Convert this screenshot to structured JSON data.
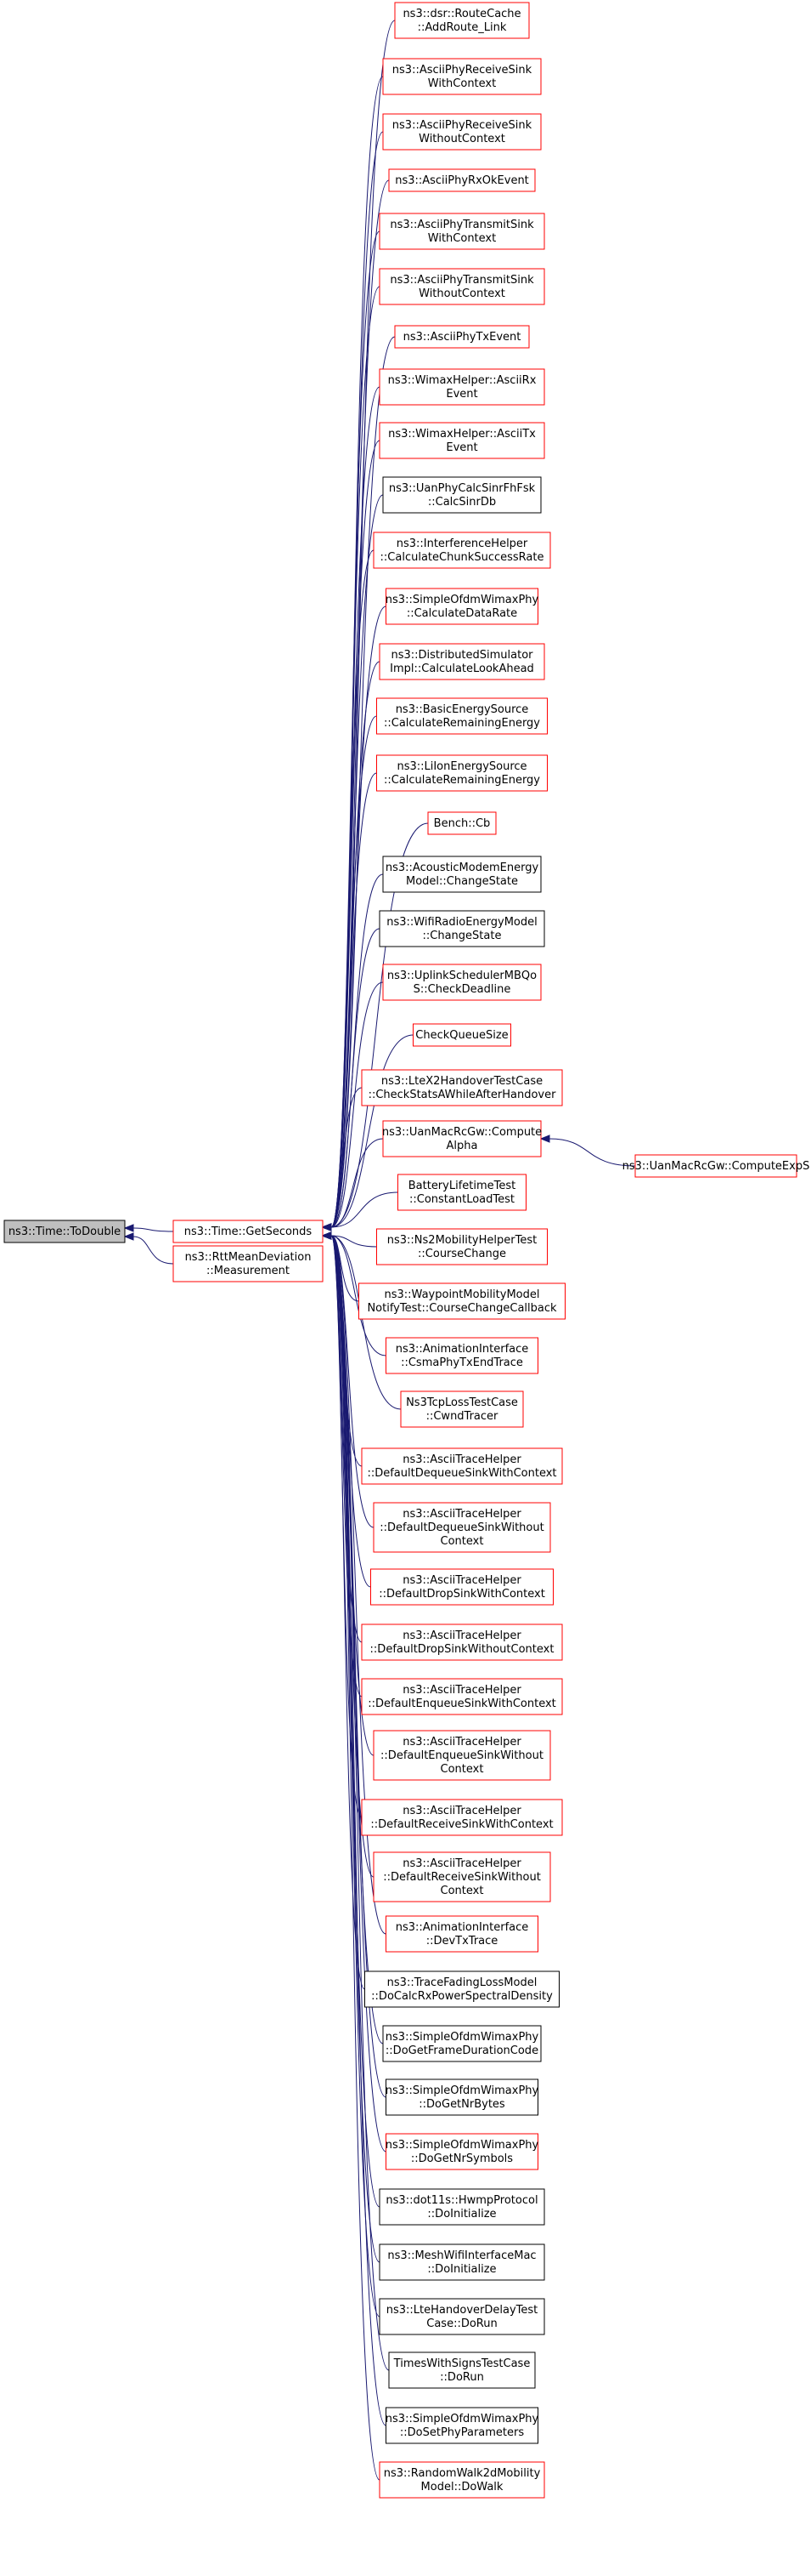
{
  "colors": {
    "edge": "#191970",
    "border_red": "#ff0000",
    "border_black": "#000000",
    "node_fill": "#ffffff",
    "root_fill": "#bfbfbf"
  },
  "root": {
    "lines": [
      "ns3::Time::ToDouble"
    ],
    "border": "black",
    "fill": "gray"
  },
  "level1": [
    {
      "lines": [
        "ns3::Time::GetSeconds"
      ],
      "border": "red"
    },
    {
      "lines": [
        "ns3::RttMeanDeviation",
        "::Measurement"
      ],
      "border": "red"
    }
  ],
  "callers": [
    {
      "lines": [
        "ns3::dsr::RouteCache",
        "::AddRoute_Link"
      ],
      "border": "red"
    },
    {
      "lines": [
        "ns3::AsciiPhyReceiveSink",
        "WithContext"
      ],
      "border": "red"
    },
    {
      "lines": [
        "ns3::AsciiPhyReceiveSink",
        "WithoutContext"
      ],
      "border": "red"
    },
    {
      "lines": [
        "ns3::AsciiPhyRxOkEvent"
      ],
      "border": "red"
    },
    {
      "lines": [
        "ns3::AsciiPhyTransmitSink",
        "WithContext"
      ],
      "border": "red"
    },
    {
      "lines": [
        "ns3::AsciiPhyTransmitSink",
        "WithoutContext"
      ],
      "border": "red"
    },
    {
      "lines": [
        "ns3::AsciiPhyTxEvent"
      ],
      "border": "red"
    },
    {
      "lines": [
        "ns3::WimaxHelper::AsciiRx",
        "Event"
      ],
      "border": "red"
    },
    {
      "lines": [
        "ns3::WimaxHelper::AsciiTx",
        "Event"
      ],
      "border": "red"
    },
    {
      "lines": [
        "ns3::UanPhyCalcSinrFhFsk",
        "::CalcSinrDb"
      ],
      "border": "black"
    },
    {
      "lines": [
        "ns3::InterferenceHelper",
        "::CalculateChunkSuccessRate"
      ],
      "border": "red"
    },
    {
      "lines": [
        "ns3::SimpleOfdmWimaxPhy",
        "::CalculateDataRate"
      ],
      "border": "red"
    },
    {
      "lines": [
        "ns3::DistributedSimulator",
        "Impl::CalculateLookAhead"
      ],
      "border": "red"
    },
    {
      "lines": [
        "ns3::BasicEnergySource",
        "::CalculateRemainingEnergy"
      ],
      "border": "red"
    },
    {
      "lines": [
        "ns3::LiIonEnergySource",
        "::CalculateRemainingEnergy"
      ],
      "border": "red"
    },
    {
      "lines": [
        "Bench::Cb"
      ],
      "border": "red"
    },
    {
      "lines": [
        "ns3::AcousticModemEnergy",
        "Model::ChangeState"
      ],
      "border": "black"
    },
    {
      "lines": [
        "ns3::WifiRadioEnergyModel",
        "::ChangeState"
      ],
      "border": "black"
    },
    {
      "lines": [
        "ns3::UplinkSchedulerMBQo",
        "S::CheckDeadline"
      ],
      "border": "red"
    },
    {
      "lines": [
        "CheckQueueSize"
      ],
      "border": "red"
    },
    {
      "lines": [
        "ns3::LteX2HandoverTestCase",
        "::CheckStatsAWhileAfterHandover"
      ],
      "border": "red"
    },
    {
      "lines": [
        "ns3::UanMacRcGw::Compute",
        "Alpha"
      ],
      "border": "red"
    },
    {
      "lines": [
        "BatteryLifetimeTest",
        "::ConstantLoadTest"
      ],
      "border": "red"
    },
    {
      "lines": [
        "ns3::Ns2MobilityHelperTest",
        "::CourseChange"
      ],
      "border": "red"
    },
    {
      "lines": [
        "ns3::WaypointMobilityModel",
        "NotifyTest::CourseChangeCallback"
      ],
      "border": "red"
    },
    {
      "lines": [
        "ns3::AnimationInterface",
        "::CsmaPhyTxEndTrace"
      ],
      "border": "red"
    },
    {
      "lines": [
        "Ns3TcpLossTestCase",
        "::CwndTracer"
      ],
      "border": "red"
    },
    {
      "lines": [
        "ns3::AsciiTraceHelper",
        "::DefaultDequeueSinkWithContext"
      ],
      "border": "red"
    },
    {
      "lines": [
        "ns3::AsciiTraceHelper",
        "::DefaultDequeueSinkWithout",
        "Context"
      ],
      "border": "red"
    },
    {
      "lines": [
        "ns3::AsciiTraceHelper",
        "::DefaultDropSinkWithContext"
      ],
      "border": "red"
    },
    {
      "lines": [
        "ns3::AsciiTraceHelper",
        "::DefaultDropSinkWithoutContext"
      ],
      "border": "red"
    },
    {
      "lines": [
        "ns3::AsciiTraceHelper",
        "::DefaultEnqueueSinkWithContext"
      ],
      "border": "red"
    },
    {
      "lines": [
        "ns3::AsciiTraceHelper",
        "::DefaultEnqueueSinkWithout",
        "Context"
      ],
      "border": "red"
    },
    {
      "lines": [
        "ns3::AsciiTraceHelper",
        "::DefaultReceiveSinkWithContext"
      ],
      "border": "red"
    },
    {
      "lines": [
        "ns3::AsciiTraceHelper",
        "::DefaultReceiveSinkWithout",
        "Context"
      ],
      "border": "red"
    },
    {
      "lines": [
        "ns3::AnimationInterface",
        "::DevTxTrace"
      ],
      "border": "red"
    },
    {
      "lines": [
        "ns3::TraceFadingLossModel",
        "::DoCalcRxPowerSpectralDensity"
      ],
      "border": "black"
    },
    {
      "lines": [
        "ns3::SimpleOfdmWimaxPhy",
        "::DoGetFrameDurationCode"
      ],
      "border": "black"
    },
    {
      "lines": [
        "ns3::SimpleOfdmWimaxPhy",
        "::DoGetNrBytes"
      ],
      "border": "black"
    },
    {
      "lines": [
        "ns3::SimpleOfdmWimaxPhy",
        "::DoGetNrSymbols"
      ],
      "border": "red"
    },
    {
      "lines": [
        "ns3::dot11s::HwmpProtocol",
        "::DoInitialize"
      ],
      "border": "black"
    },
    {
      "lines": [
        "ns3::MeshWifiInterfaceMac",
        "::DoInitialize"
      ],
      "border": "black"
    },
    {
      "lines": [
        "ns3::LteHandoverDelayTest",
        "Case::DoRun"
      ],
      "border": "black"
    },
    {
      "lines": [
        "TimesWithSignsTestCase",
        "::DoRun"
      ],
      "border": "black"
    },
    {
      "lines": [
        "ns3::SimpleOfdmWimaxPhy",
        "::DoSetPhyParameters"
      ],
      "border": "black"
    },
    {
      "lines": [
        "ns3::RandomWalk2dMobility",
        "Model::DoWalk"
      ],
      "border": "red"
    }
  ],
  "extra_caller": {
    "lines": [
      "ns3::UanMacRcGw::ComputeExpS"
    ],
    "border": "red"
  }
}
